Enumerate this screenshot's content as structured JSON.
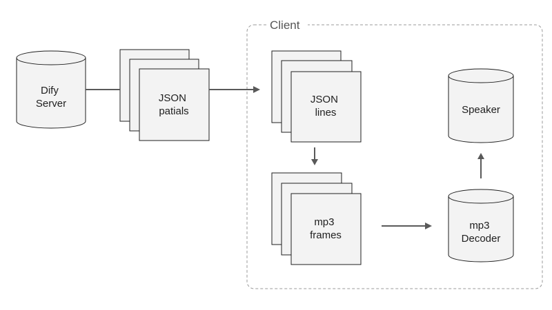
{
  "client": {
    "label": "Client"
  },
  "nodes": {
    "dify_server": {
      "lines": [
        "Dify",
        "Server"
      ],
      "shape": "cylinder"
    },
    "json_partials": {
      "lines": [
        "JSON",
        "patials"
      ],
      "shape": "stacked-pages"
    },
    "json_lines": {
      "lines": [
        "JSON",
        "lines"
      ],
      "shape": "stacked-pages"
    },
    "mp3_frames": {
      "lines": [
        "mp3",
        "frames"
      ],
      "shape": "stacked-pages"
    },
    "mp3_decoder": {
      "lines": [
        "mp3",
        "Decoder"
      ],
      "shape": "cylinder"
    },
    "speaker": {
      "lines": [
        "Speaker"
      ],
      "shape": "cylinder"
    }
  },
  "edges": [
    {
      "from": "dify_server",
      "to": "json_partials"
    },
    {
      "from": "json_partials",
      "to": "client"
    },
    {
      "from": "json_lines",
      "to": "mp3_frames"
    },
    {
      "from": "mp3_frames",
      "to": "mp3_decoder"
    },
    {
      "from": "mp3_decoder",
      "to": "speaker"
    }
  ],
  "colors": {
    "fill": "#f3f3f3",
    "stroke": "#1f1f1f",
    "arrow": "#595959",
    "client_border": "#999999",
    "client_label": "#555555"
  }
}
